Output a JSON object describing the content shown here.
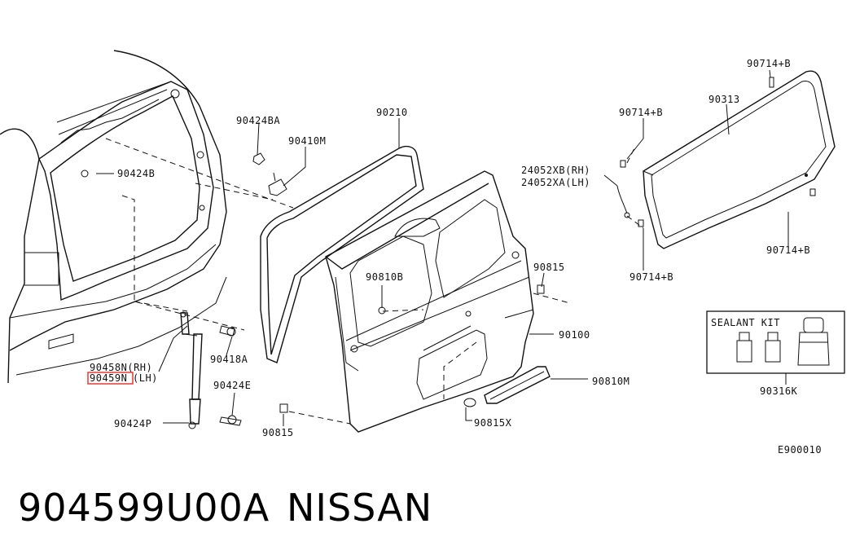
{
  "diagram": {
    "labels": {
      "p90424B": "90424B",
      "p90424BA": "90424BA",
      "p90410M": "90410M",
      "p90210": "90210",
      "p90714B_top": "90714+B",
      "p90714B_left": "90714+B",
      "p90313": "90313",
      "p24052XB": "24052XB(RH)",
      "p24052XA": "24052XA(LH)",
      "p90714B_right": "90714+B",
      "p90714B_bottom": "90714+B",
      "p90810B": "90810B",
      "p90815_upper": "90815",
      "p90100": "90100",
      "sealant_kit": "SEALANT KIT",
      "p90458N": "90458N(RH)",
      "p90459N_code": "90459N",
      "p90459N_side": "(LH)",
      "p90418A": "90418A",
      "p90424E": "90424E",
      "p90424P": "90424P",
      "p90815_lower": "90815",
      "p90815X": "90815X",
      "p90810M": "90810M",
      "p90316K": "90316K",
      "ref_code": "E900010"
    },
    "highlight_color": "#e53935"
  },
  "footer": {
    "part_number": "904599U00A",
    "brand": "NISSAN"
  }
}
